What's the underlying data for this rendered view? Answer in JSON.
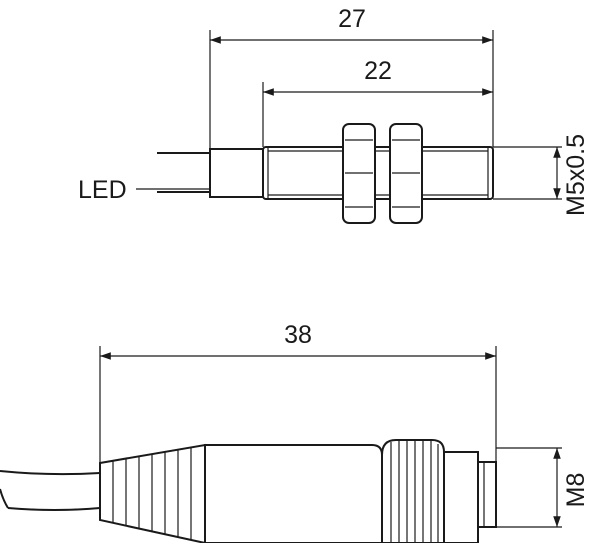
{
  "top_view": {
    "dim_overall": "27",
    "dim_thread_length": "22",
    "dim_thread": "M5x0.5",
    "led_label": "LED"
  },
  "bottom_view": {
    "dim_overall": "38",
    "dim_connector": "M8"
  }
}
